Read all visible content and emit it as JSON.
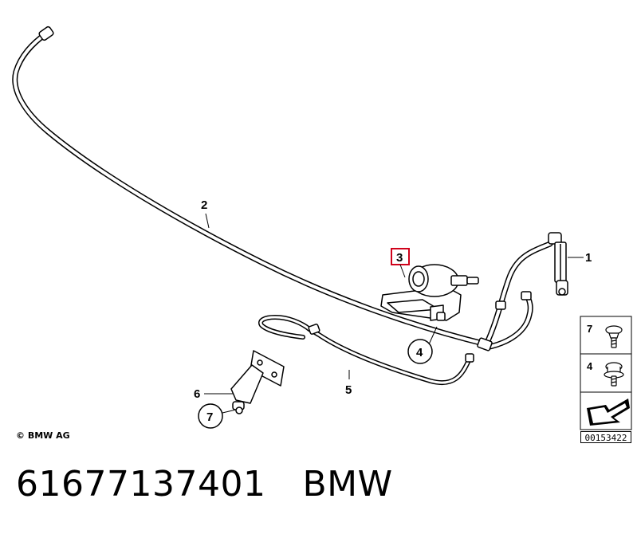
{
  "labels": {
    "part_1": "1",
    "part_2": "2",
    "part_3": "3",
    "part_4": "4",
    "part_5": "5",
    "part_6": "6",
    "part_7": "7"
  },
  "legend": {
    "item_7": "7",
    "item_4": "4"
  },
  "copyright": "© BMW AG",
  "reference_number": "00153422",
  "footer": {
    "part_number": "61677137401",
    "brand": "BMW"
  },
  "colors": {
    "highlight": "#d0021b",
    "line": "#000000"
  }
}
